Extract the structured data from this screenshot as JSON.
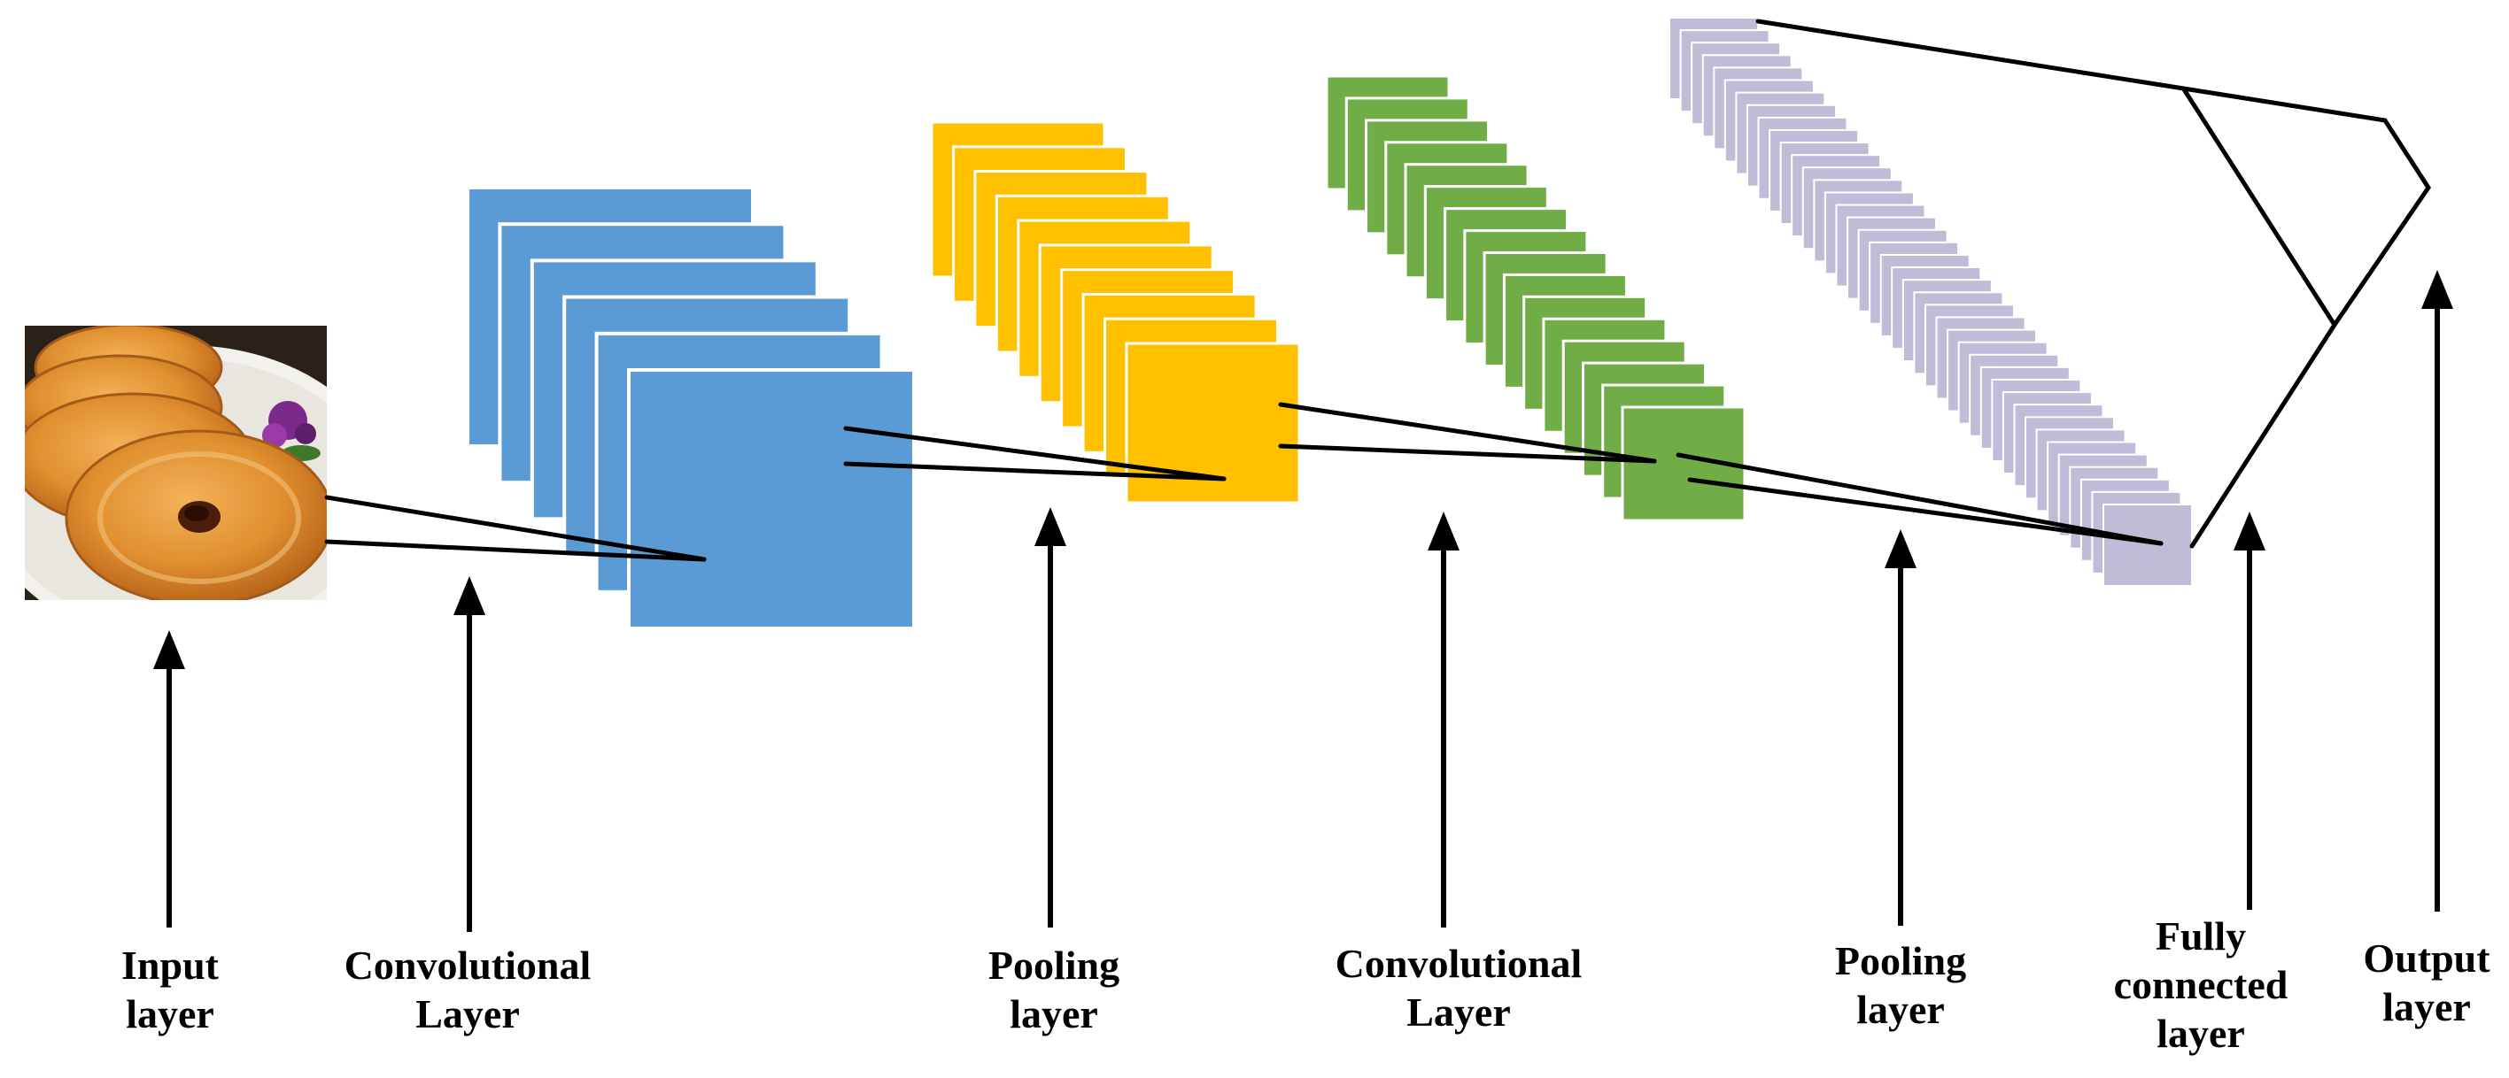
{
  "labels": {
    "input": [
      "Input",
      "layer"
    ],
    "conv1": [
      "Convolutional",
      "Layer"
    ],
    "pool1": [
      "Pooling",
      "layer"
    ],
    "conv2": [
      "Convolutional",
      "Layer"
    ],
    "pool2": [
      "Pooling",
      "layer"
    ],
    "fc": [
      "Fully",
      "connected",
      "layer"
    ],
    "output": [
      "Output",
      "layer"
    ]
  },
  "colors": {
    "conv1": "#5b9bd5",
    "pool1": "#ffc000",
    "conv2": "#70ad47",
    "pool2": "#c0bcd8",
    "ink": "#000000"
  },
  "input_image": "fried-cakes-photo"
}
